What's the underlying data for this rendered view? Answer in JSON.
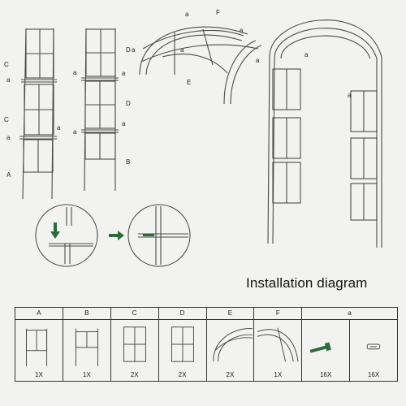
{
  "title": "Installation diagram",
  "callouts": {
    "a": "a",
    "A": "A",
    "B": "B",
    "C": "C",
    "D": "D",
    "E": "E",
    "F": "F"
  },
  "parts_table": {
    "headers": [
      "A",
      "B",
      "C",
      "D",
      "E",
      "F",
      "a",
      ""
    ],
    "quantities": [
      "1X",
      "1X",
      "2X",
      "2X",
      "2X",
      "1X",
      "16X",
      "16X"
    ]
  },
  "colors": {
    "stroke": "#4a4a4a",
    "arrow": "#2e6b3a",
    "background": "#f2f2f0"
  }
}
